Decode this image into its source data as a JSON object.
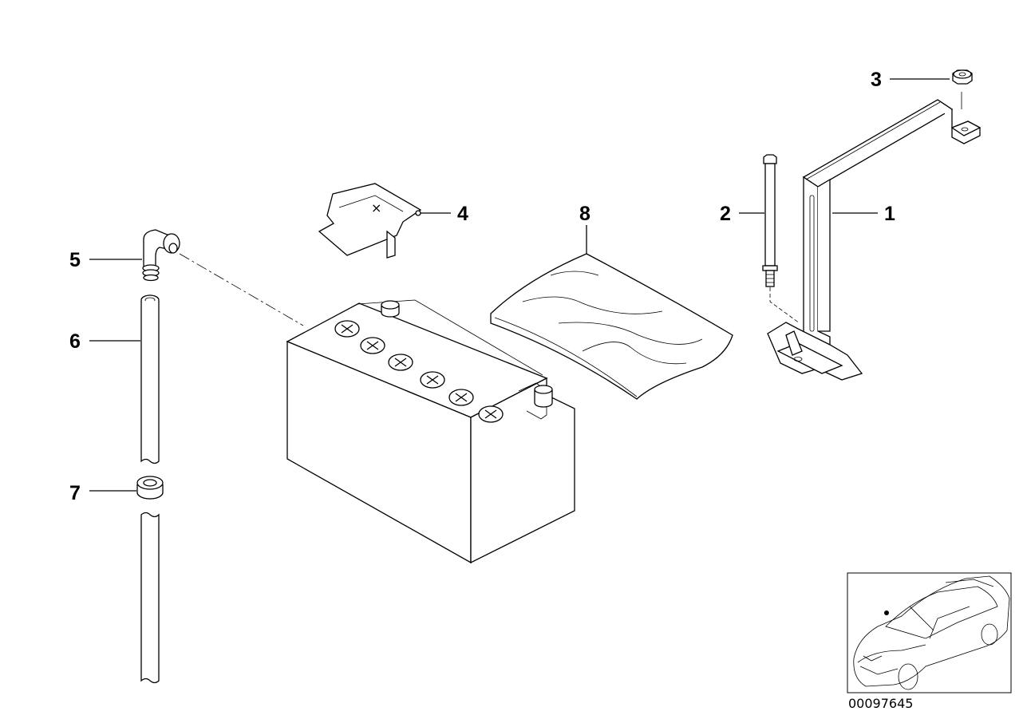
{
  "diagram": {
    "callouts": [
      {
        "id": "1",
        "label": "1"
      },
      {
        "id": "2",
        "label": "2"
      },
      {
        "id": "3",
        "label": "3"
      },
      {
        "id": "4",
        "label": "4"
      },
      {
        "id": "5",
        "label": "5"
      },
      {
        "id": "6",
        "label": "6"
      },
      {
        "id": "7",
        "label": "7"
      },
      {
        "id": "8",
        "label": "8"
      }
    ],
    "reference_number": "00097645",
    "battery_plus_sign": "×"
  }
}
